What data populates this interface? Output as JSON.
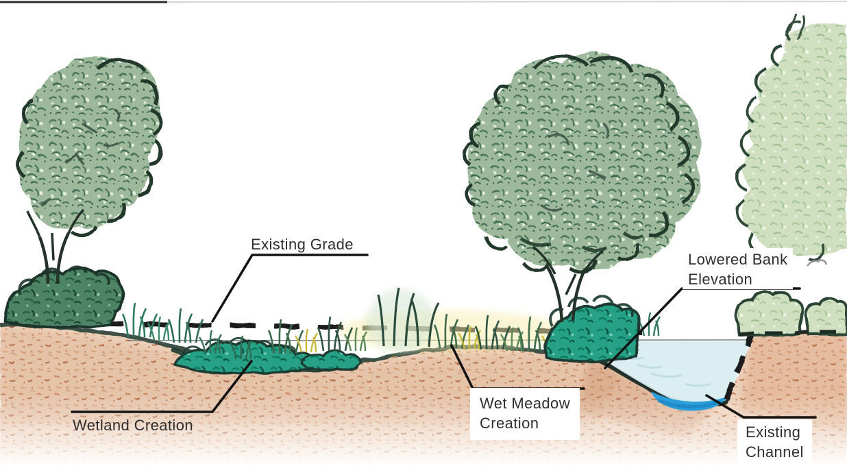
{
  "labels": {
    "existing_grade": "Existing Grade",
    "wetland_creation": "Wetland Creation",
    "wet_meadow_creation": {
      "line1": "Wet Meadow",
      "line2": "Creation"
    },
    "lowered_bank_elevation": {
      "line1": "Lowered Bank",
      "line2": "Elevation"
    },
    "existing_channel": {
      "line1": "Existing",
      "line2": "Channel"
    }
  },
  "palette": {
    "canopy_green": "#9db89b",
    "canopy_scribble": "#49745a",
    "outline_dark": "#22382c",
    "bush_green": "#4d8466",
    "pale_tree_green": "#cfdfc0",
    "wetland_teal": "#27a185",
    "soil_light": "#ecd0ba",
    "soil_speckle": "#c9875f",
    "water_light": "#d9edf0",
    "water_deep": "#2b9fd9",
    "line_black": "#1d1d1d",
    "leader_line": "#141414",
    "meadow_yellow": "#d8c23e",
    "text_color": "#2e2e2e"
  }
}
